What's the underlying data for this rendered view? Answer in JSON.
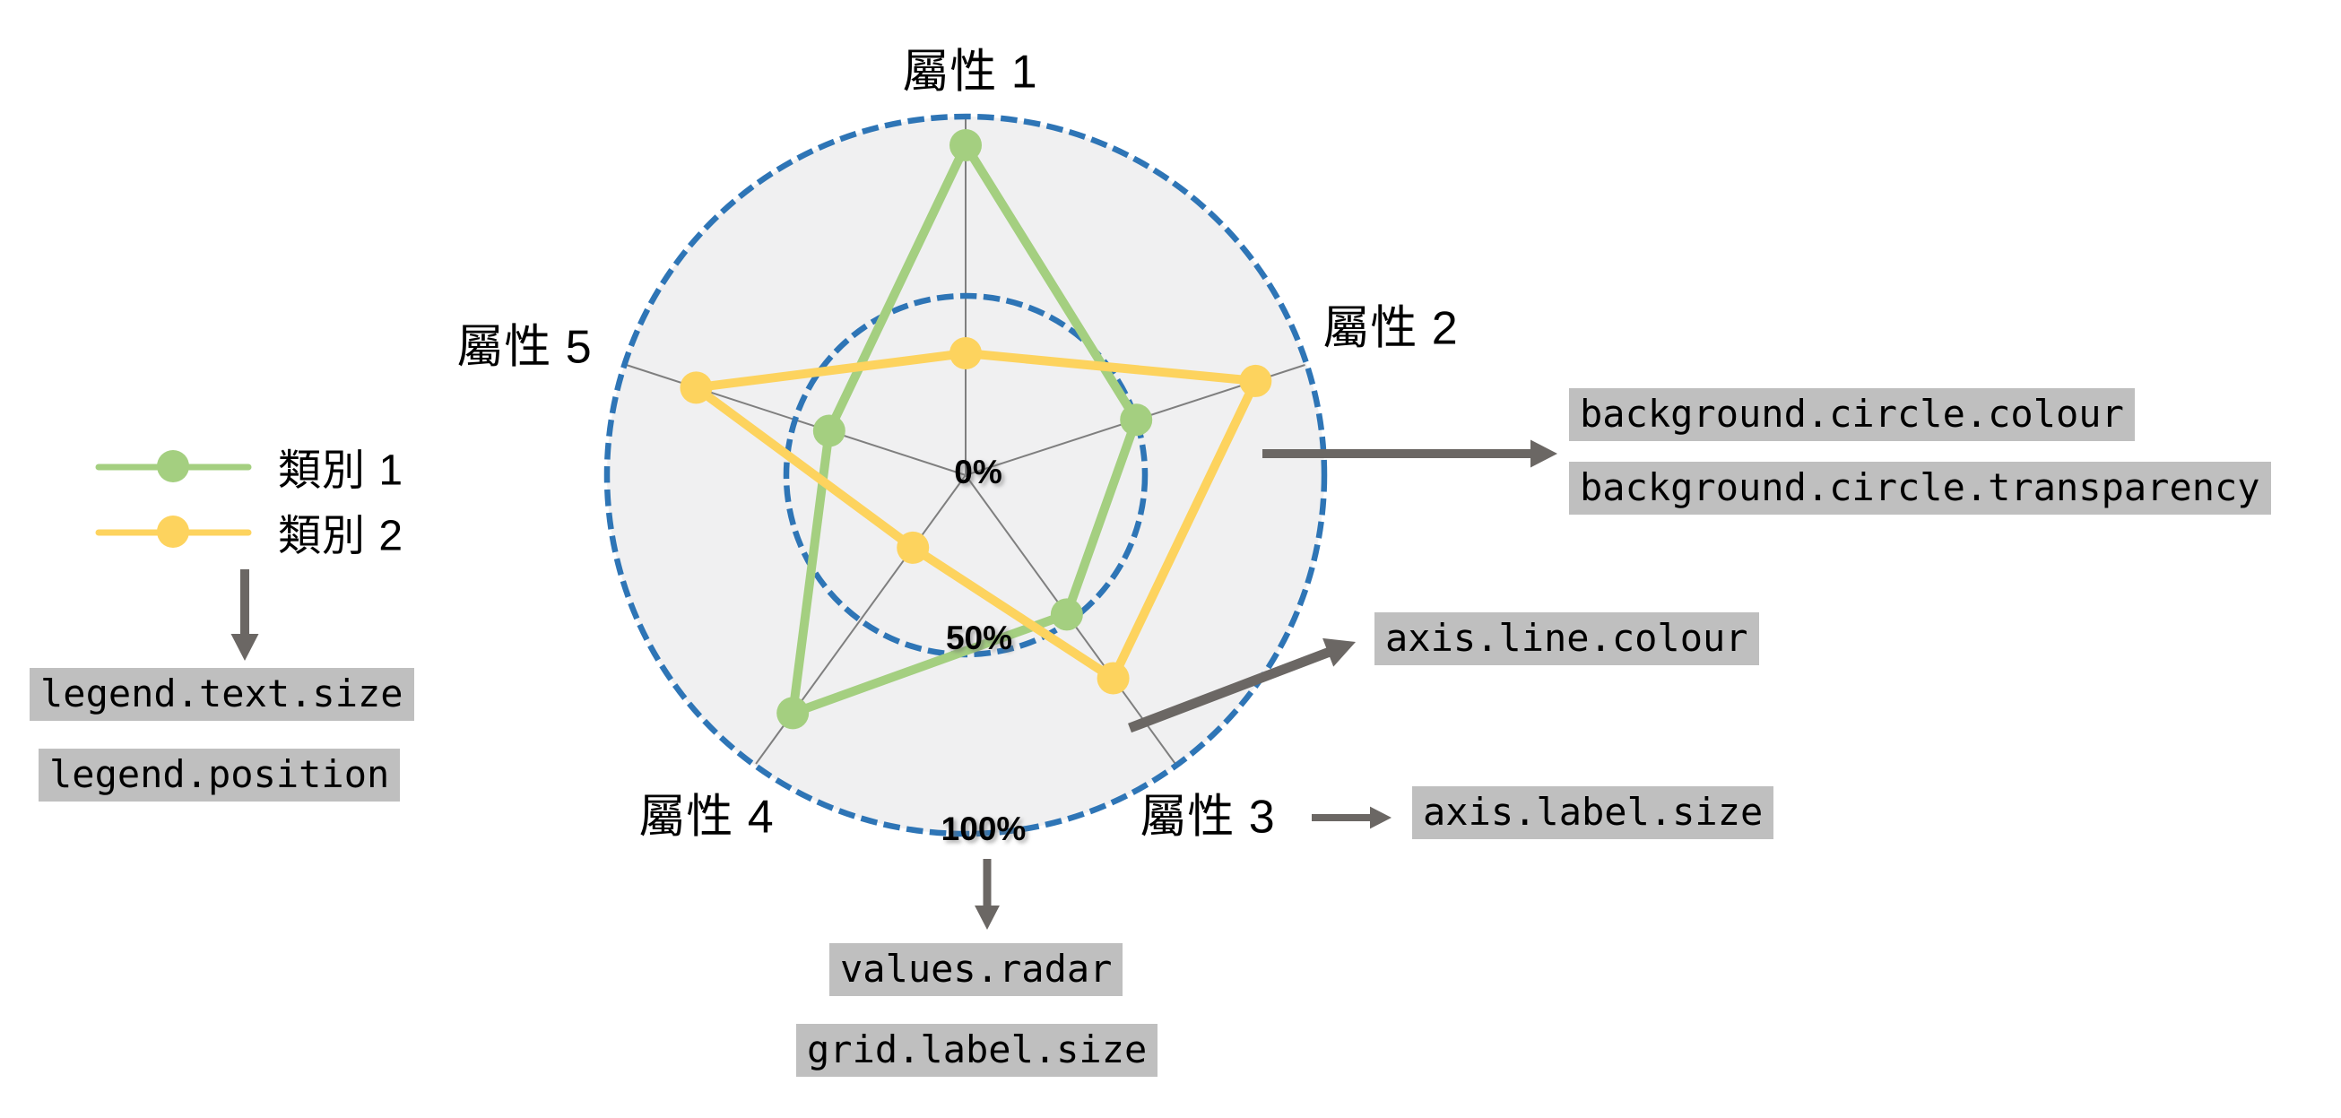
{
  "chart_data": {
    "type": "radar",
    "title": "",
    "axes": [
      "屬性 1",
      "屬性 2",
      "屬性 3",
      "屬性 4",
      "屬性 5"
    ],
    "grid_labels": [
      "0%",
      "50%",
      "100%"
    ],
    "grid_levels_pct": [
      0,
      50,
      100
    ],
    "value_range_pct": [
      0,
      100
    ],
    "series": [
      {
        "name": "類別 1",
        "color": "#a4cf80",
        "values_pct": [
          92,
          50,
          48,
          82,
          40
        ]
      },
      {
        "name": "類別 2",
        "color": "#fdd35e",
        "values_pct": [
          34,
          85,
          70,
          25,
          79
        ]
      }
    ],
    "grid": {
      "background_circle_color": "#f0f0f1",
      "grid_circle_color": "#2e75b6",
      "grid_circle_style": "dashed",
      "axis_line_color": "#7f7f7f"
    },
    "legend_position": "left-middle"
  },
  "legend": {
    "items": [
      {
        "label": "類別 1"
      },
      {
        "label": "類別 2"
      }
    ]
  },
  "callouts": {
    "legend_text_size": "legend.text.size",
    "legend_position": "legend.position",
    "background_circle_colour": "background.circle.colour",
    "background_circle_transparency": "background.circle.transparency",
    "axis_line_colour": "axis.line.colour",
    "axis_label_size": "axis.label.size",
    "values_radar": "values.radar",
    "grid_label_size": "grid.label.size"
  },
  "styles": {
    "callout_background": "#bfbfbf",
    "arrow_color": "#6b6764",
    "text_color": "#000000"
  }
}
